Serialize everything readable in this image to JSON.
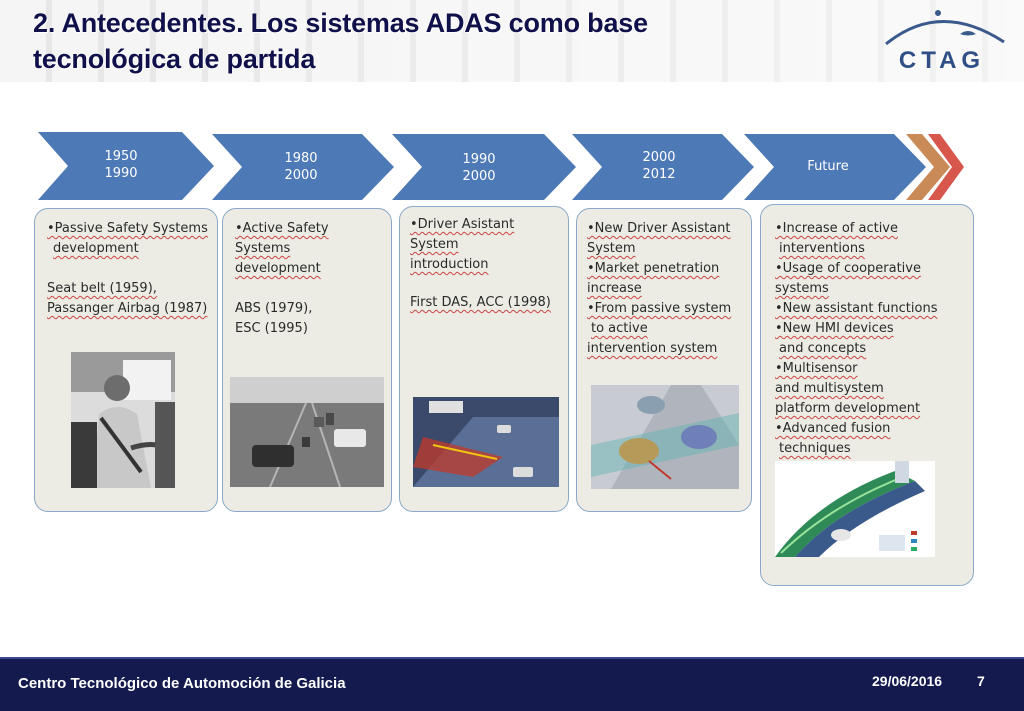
{
  "header": {
    "title_line1": "2. Antecedentes. Los sistemas ADAS como base",
    "title_line2": "tecnológica de partida",
    "logo_text": "CTAG"
  },
  "timeline": [
    {
      "period_start": "1950",
      "period_end": "1990",
      "lines": [
        "•Passive Safety Systems",
        "development",
        "",
        "Seat belt (1959),",
        "Passanger Airbag (1987)"
      ]
    },
    {
      "period_start": "1980",
      "period_end": "2000",
      "lines": [
        "•Active Safety Systems",
        "development",
        "",
        "ABS (1979),",
        "ESC (1995)"
      ]
    },
    {
      "period_start": "1990",
      "period_end": "2000",
      "lines": [
        "•Driver Asistant System",
        "introduction",
        "",
        "First DAS, ACC (1998)"
      ]
    },
    {
      "period_start": "2000",
      "period_end": "2012",
      "lines": [
        "•New Driver Assistant",
        "System",
        "•Market penetration",
        "increase",
        "•From passive system",
        " to active",
        "intervention system"
      ]
    },
    {
      "period_start": "Future",
      "period_end": "",
      "lines": [
        "•Increase of active",
        " interventions",
        "•Usage of cooperative",
        "systems",
        "•New assistant functions",
        "•New HMI devices",
        " and concepts",
        "•Multisensor",
        "and multisystem",
        "platform development",
        "•Advanced fusion",
        " techniques"
      ]
    }
  ],
  "colors": {
    "arrow_blue": "#4d79b6",
    "footer_bg": "#141a4e",
    "card_bg": "#ecece4",
    "title_color": "#10104a"
  },
  "footer": {
    "organization": "Centro Tecnológico de Automoción de Galicia",
    "date": "29/06/2016",
    "page": "7"
  }
}
